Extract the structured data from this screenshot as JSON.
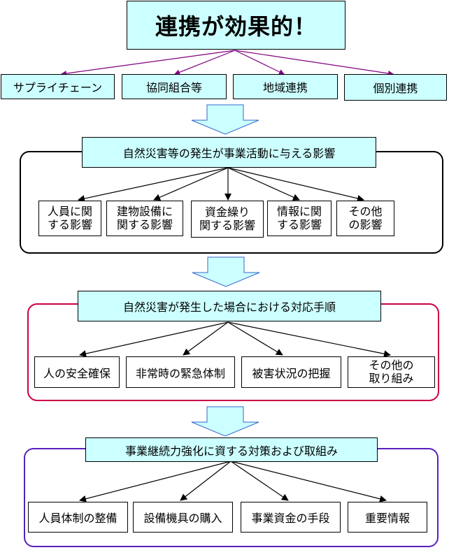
{
  "title": "連携が効果的！",
  "cooperation": [
    "サプライチェーン",
    "協同組合等",
    "地域連携",
    "個別連携"
  ],
  "section1": {
    "header": "自然災害等の発生が事業活動に与える影響",
    "items": [
      "人員に関\nする影響",
      "建物設備に\n関する影響",
      "資金繰り\n関する影響",
      "情報に関\nする影響",
      "その他\nの影響"
    ]
  },
  "section2": {
    "header": "自然災害が発生した場合における対応手順",
    "items": [
      "人の安全確保",
      "非常時の緊急体制",
      "被害状況の把握",
      "その他の\n取り組み"
    ]
  },
  "section3": {
    "header": "事業継続力強化に資する対策および取組み",
    "items": [
      "人員体制の整備",
      "設備機具の購入",
      "事業資金の手段",
      "重要情報"
    ]
  },
  "colors": {
    "box_fill": "#ccffff",
    "top_connector": "#800080",
    "frame1": "#000000",
    "frame2": "#cc0044",
    "frame3": "#5522bb"
  }
}
